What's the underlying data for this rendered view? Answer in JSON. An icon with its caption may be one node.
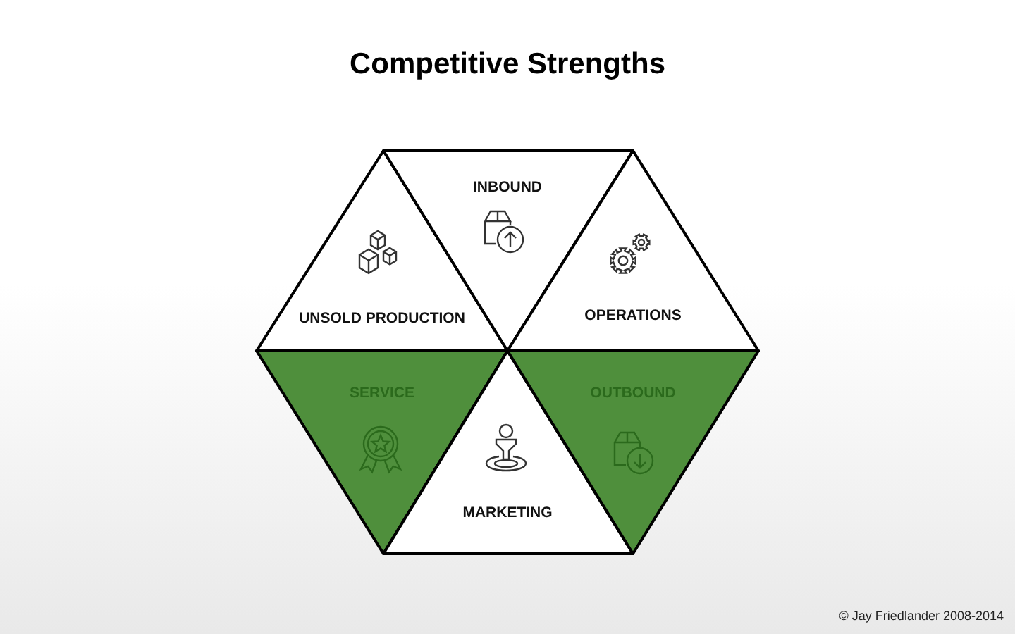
{
  "diagram": {
    "title": "Competitive Strengths",
    "nodes": [
      {
        "text": [
          "UNSOLD PRODUCTION"
        ]
      },
      {
        "text": [
          "INBOUND"
        ]
      },
      {
        "text": [
          "OPERATIONS"
        ]
      },
      {
        "text": [
          "SERVICE"
        ]
      },
      {
        "text": [
          "MARKETING"
        ]
      },
      {
        "text": [
          "OUTBOUND"
        ]
      }
    ],
    "labels": [
      "© Jay Friedlander 2008-2014"
    ]
  }
}
